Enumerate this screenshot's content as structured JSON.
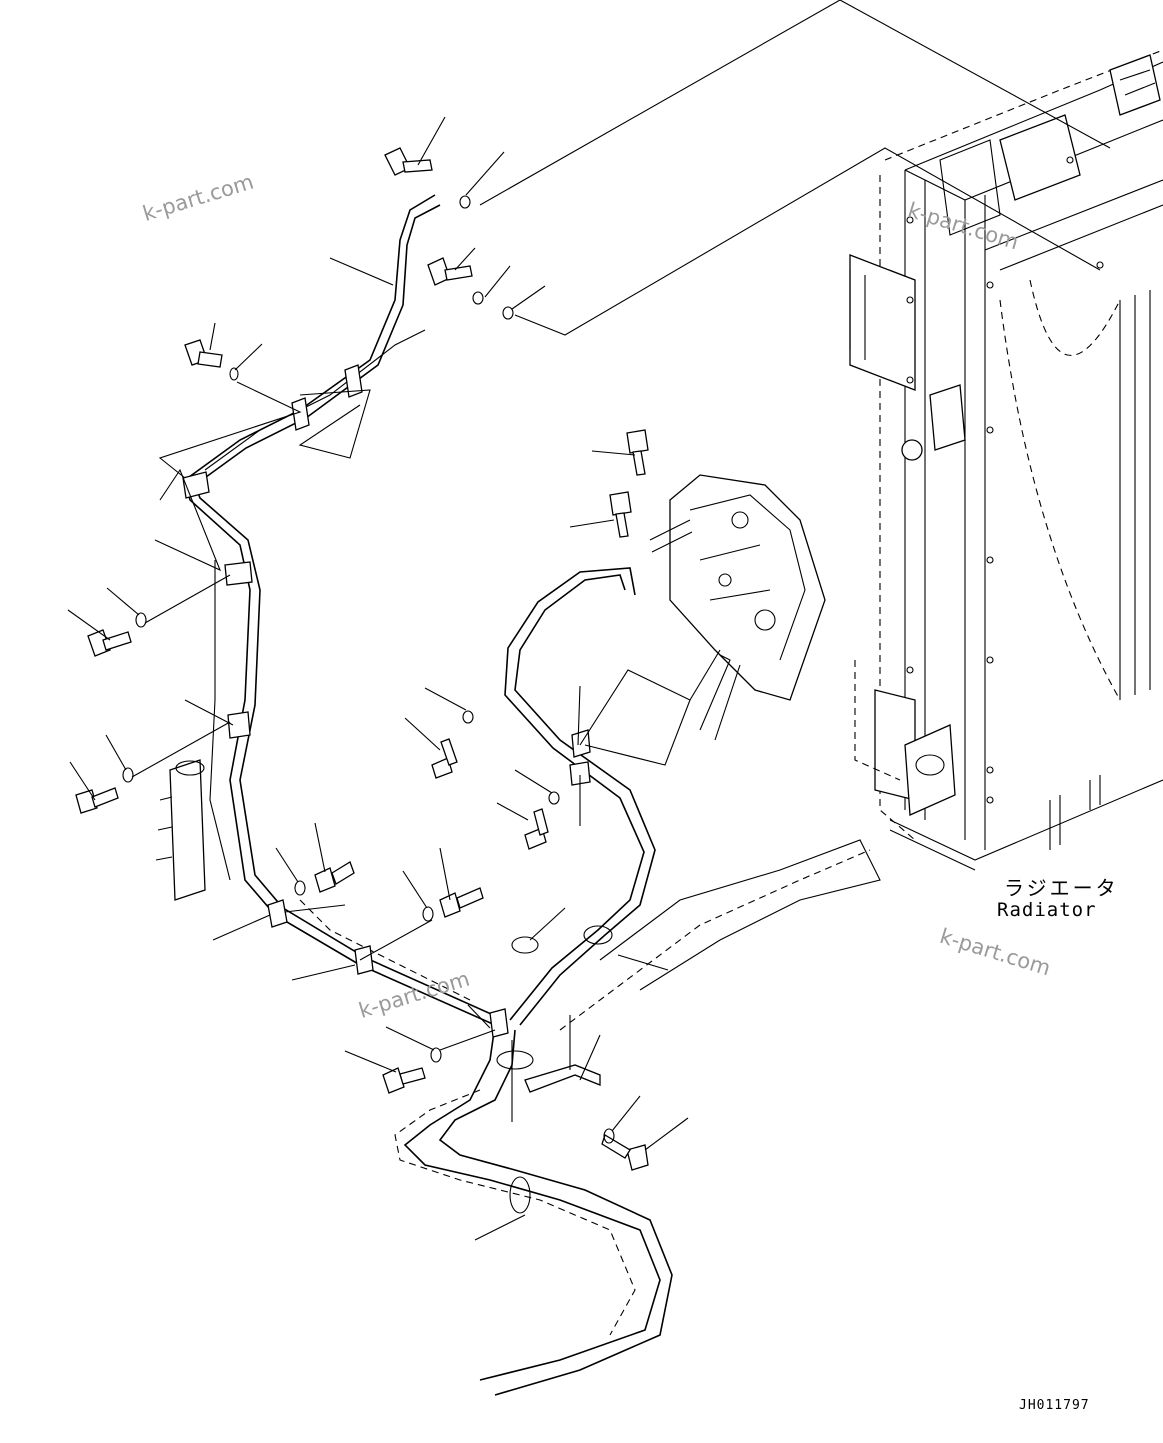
{
  "labels": {
    "radiator_jp": "ラジエータ",
    "radiator_en": "Radiator"
  },
  "drawing_code": "JH011797",
  "watermarks": [
    "k-part.com",
    "k-part.com",
    "k-part.com",
    "k-part.com"
  ],
  "colors": {
    "line": "#000000",
    "background": "#ffffff",
    "watermark": "#9a9a9a"
  }
}
